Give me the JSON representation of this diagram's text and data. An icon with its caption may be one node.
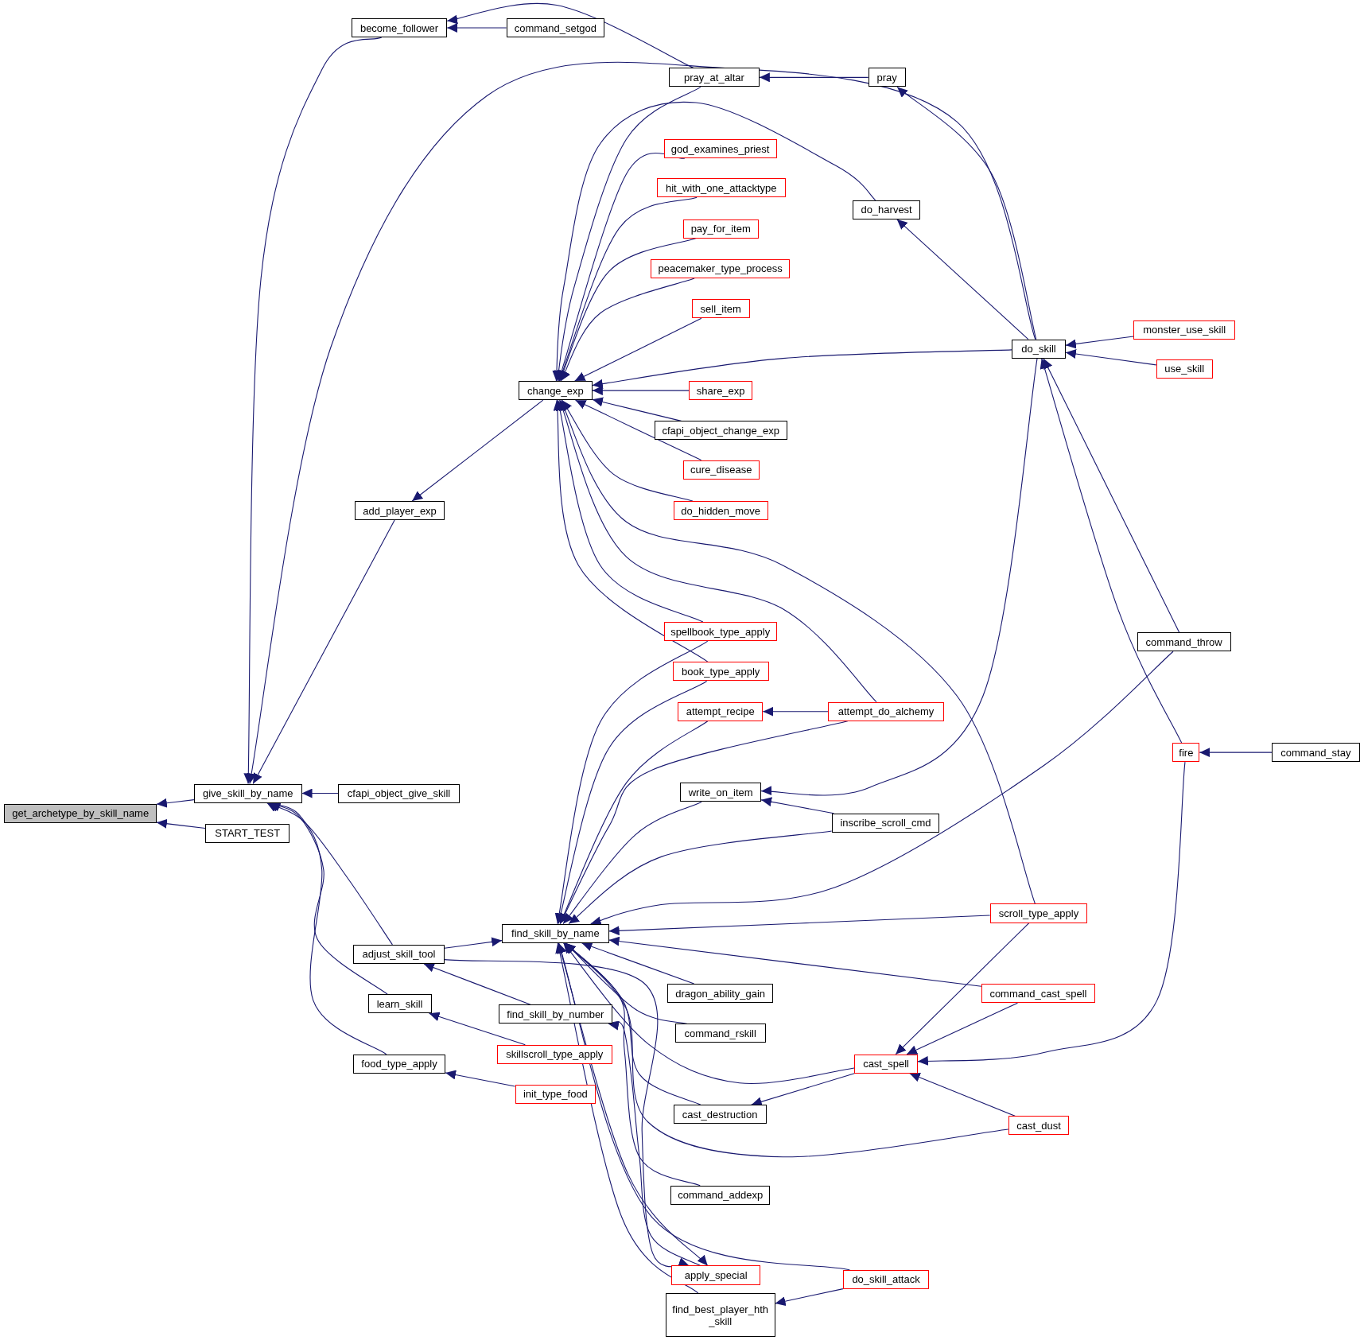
{
  "diagram": {
    "nodes": [
      {
        "text": [
          "get_archetype_by_skill_name"
        ]
      },
      {
        "text": [
          "give_skill_by_name"
        ]
      },
      {
        "text": [
          "START_TEST"
        ]
      },
      {
        "text": [
          "become_follower"
        ]
      },
      {
        "text": [
          "command_setgod"
        ]
      },
      {
        "text": [
          "pray_at_altar"
        ]
      },
      {
        "text": [
          "pray"
        ]
      },
      {
        "text": [
          "god_examines_priest"
        ]
      },
      {
        "text": [
          "hit_with_one_attacktype"
        ]
      },
      {
        "text": [
          "pay_for_item"
        ]
      },
      {
        "text": [
          "peacemaker_type_process"
        ]
      },
      {
        "text": [
          "sell_item"
        ]
      },
      {
        "text": [
          "do_harvest"
        ]
      },
      {
        "text": [
          "change_exp"
        ]
      },
      {
        "text": [
          "share_exp"
        ]
      },
      {
        "text": [
          "cfapi_object_change_exp"
        ]
      },
      {
        "text": [
          "cure_disease"
        ]
      },
      {
        "text": [
          "do_hidden_move"
        ]
      },
      {
        "text": [
          "add_player_exp"
        ]
      },
      {
        "text": [
          "do_skill"
        ]
      },
      {
        "text": [
          "monster_use_skill"
        ]
      },
      {
        "text": [
          "use_skill"
        ]
      },
      {
        "text": [
          "command_throw"
        ]
      },
      {
        "text": [
          "spellbook_type_apply"
        ]
      },
      {
        "text": [
          "book_type_apply"
        ]
      },
      {
        "text": [
          "attempt_recipe"
        ]
      },
      {
        "text": [
          "attempt_do_alchemy"
        ]
      },
      {
        "text": [
          "fire"
        ]
      },
      {
        "text": [
          "command_stay"
        ]
      },
      {
        "text": [
          "write_on_item"
        ]
      },
      {
        "text": [
          "inscribe_scroll_cmd"
        ]
      },
      {
        "text": [
          "cfapi_object_give_skill"
        ]
      },
      {
        "text": [
          "scroll_type_apply"
        ]
      },
      {
        "text": [
          "find_skill_by_name"
        ]
      },
      {
        "text": [
          "adjust_skill_tool"
        ]
      },
      {
        "text": [
          "dragon_ability_gain"
        ]
      },
      {
        "text": [
          "command_cast_spell"
        ]
      },
      {
        "text": [
          "find_skill_by_number"
        ]
      },
      {
        "text": [
          "learn_skill"
        ]
      },
      {
        "text": [
          "command_rskill"
        ]
      },
      {
        "text": [
          "skillscroll_type_apply"
        ]
      },
      {
        "text": [
          "cast_spell"
        ]
      },
      {
        "text": [
          "food_type_apply"
        ]
      },
      {
        "text": [
          "init_type_food"
        ]
      },
      {
        "text": [
          "cast_destruction"
        ]
      },
      {
        "text": [
          "cast_dust"
        ]
      },
      {
        "text": [
          "command_addexp"
        ]
      },
      {
        "text": [
          "apply_special"
        ]
      },
      {
        "text": [
          "do_skill_attack"
        ]
      },
      {
        "text": [
          "find_best_player_hth _skill"
        ]
      }
    ],
    "edges": [
      {
        "from": 1,
        "to": 0,
        "arrow": "to"
      },
      {
        "from": 2,
        "to": 0,
        "arrow": "to"
      },
      {
        "from": 3,
        "to": 1,
        "arrow": "to"
      },
      {
        "from": 4,
        "to": 3,
        "arrow": "to"
      },
      {
        "from": 5,
        "to": 3,
        "arrow": "to"
      },
      {
        "from": 19,
        "to": 1,
        "arrow": "to"
      },
      {
        "from": 6,
        "to": 5,
        "arrow": "to"
      },
      {
        "from": 19,
        "to": 6,
        "arrow": "to"
      },
      {
        "from": 18,
        "to": 1,
        "arrow": "to"
      },
      {
        "from": 31,
        "to": 1,
        "arrow": "to"
      },
      {
        "from": 34,
        "to": 1,
        "arrow": "to"
      },
      {
        "from": 38,
        "to": 1,
        "arrow": "to"
      },
      {
        "from": 42,
        "to": 1,
        "arrow": "to"
      },
      {
        "from": 13,
        "to": 18,
        "arrow": "to"
      },
      {
        "from": 5,
        "to": 13,
        "arrow": "to"
      },
      {
        "from": 12,
        "to": 13,
        "arrow": "to"
      },
      {
        "from": 7,
        "to": 13,
        "arrow": "to"
      },
      {
        "from": 8,
        "to": 13,
        "arrow": "to"
      },
      {
        "from": 9,
        "to": 13,
        "arrow": "to"
      },
      {
        "from": 10,
        "to": 13,
        "arrow": "to"
      },
      {
        "from": 11,
        "to": 13,
        "arrow": "to"
      },
      {
        "from": 14,
        "to": 13,
        "arrow": "to"
      },
      {
        "from": 15,
        "to": 13,
        "arrow": "to"
      },
      {
        "from": 16,
        "to": 13,
        "arrow": "to"
      },
      {
        "from": 17,
        "to": 13,
        "arrow": "to"
      },
      {
        "from": 19,
        "to": 13,
        "arrow": "to"
      },
      {
        "from": 23,
        "to": 13,
        "arrow": "to"
      },
      {
        "from": 24,
        "to": 13,
        "arrow": "to"
      },
      {
        "from": 26,
        "to": 13,
        "arrow": "to"
      },
      {
        "from": 32,
        "to": 13,
        "arrow": "to"
      },
      {
        "from": 19,
        "to": 12,
        "arrow": "to"
      },
      {
        "from": 20,
        "to": 19,
        "arrow": "to"
      },
      {
        "from": 21,
        "to": 19,
        "arrow": "to"
      },
      {
        "from": 22,
        "to": 19,
        "arrow": "to"
      },
      {
        "from": 27,
        "to": 19,
        "arrow": "to"
      },
      {
        "from": 28,
        "to": 27,
        "arrow": "to"
      },
      {
        "from": 19,
        "to": 29,
        "arrow": "to"
      },
      {
        "from": 30,
        "to": 29,
        "arrow": "to"
      },
      {
        "from": 26,
        "to": 25,
        "arrow": "to"
      },
      {
        "from": 37,
        "to": 34,
        "arrow": "to"
      },
      {
        "from": 40,
        "to": 38,
        "arrow": "to"
      },
      {
        "from": 43,
        "to": 42,
        "arrow": "to"
      },
      {
        "from": 34,
        "to": 47,
        "arrow": "to"
      },
      {
        "from": 47,
        "to": 37,
        "arrow": "to"
      },
      {
        "from": 48,
        "to": 49,
        "arrow": "to"
      },
      {
        "from": 41,
        "to": 44,
        "arrow": "to"
      },
      {
        "from": 32,
        "to": 41,
        "arrow": "to"
      },
      {
        "from": 36,
        "to": 41,
        "arrow": "to"
      },
      {
        "from": 27,
        "to": 41,
        "arrow": "to"
      },
      {
        "from": 45,
        "to": 41,
        "arrow": "to"
      },
      {
        "from": 34,
        "to": 33,
        "arrow": "to"
      },
      {
        "from": 23,
        "to": 33,
        "arrow": "to"
      },
      {
        "from": 24,
        "to": 33,
        "arrow": "to"
      },
      {
        "from": 25,
        "to": 33,
        "arrow": "to"
      },
      {
        "from": 26,
        "to": 33,
        "arrow": "to"
      },
      {
        "from": 29,
        "to": 33,
        "arrow": "to"
      },
      {
        "from": 30,
        "to": 33,
        "arrow": "to"
      },
      {
        "from": 22,
        "to": 33,
        "arrow": "to"
      },
      {
        "from": 32,
        "to": 33,
        "arrow": "to"
      },
      {
        "from": 36,
        "to": 33,
        "arrow": "to"
      },
      {
        "from": 35,
        "to": 33,
        "arrow": "to"
      },
      {
        "from": 39,
        "to": 33,
        "arrow": "to"
      },
      {
        "from": 44,
        "to": 33,
        "arrow": "to"
      },
      {
        "from": 41,
        "to": 33,
        "arrow": "to"
      },
      {
        "from": 45,
        "to": 33,
        "arrow": "to"
      },
      {
        "from": 46,
        "to": 33,
        "arrow": "to"
      },
      {
        "from": 48,
        "to": 33,
        "arrow": "to"
      },
      {
        "from": 49,
        "to": 33,
        "arrow": "to"
      },
      {
        "from": 33,
        "to": 47,
        "arrow": "to"
      }
    ]
  }
}
